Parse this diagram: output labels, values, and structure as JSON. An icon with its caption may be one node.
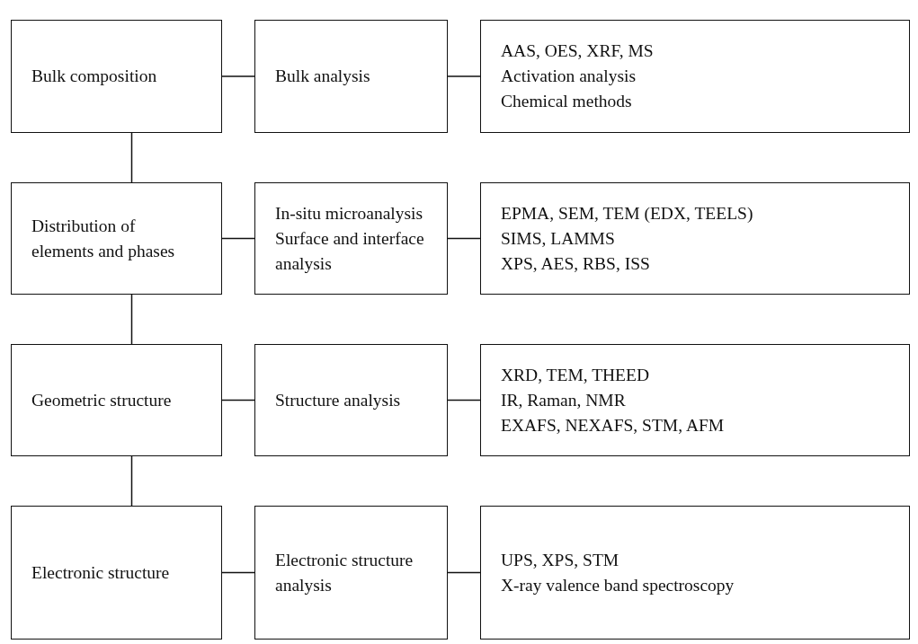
{
  "diagram": {
    "nodes": [
      {
        "text": [
          "Bulk composition"
        ]
      },
      {
        "text": [
          "Bulk analysis"
        ]
      },
      {
        "text": [
          "AAS, OES, XRF, MS",
          "Activation analysis",
          "Chemical methods"
        ]
      },
      {
        "text": [
          "Distribution of elements and phases"
        ]
      },
      {
        "text": [
          "In-situ microanalysis",
          "Surface and interface analysis"
        ]
      },
      {
        "text": [
          "EPMA, SEM, TEM (EDX, TEELS)",
          "SIMS, LAMMS",
          "XPS, AES, RBS, ISS"
        ]
      },
      {
        "text": [
          "Geometric structure"
        ]
      },
      {
        "text": [
          "Structure analysis"
        ]
      },
      {
        "text": [
          "XRD, TEM, THEED",
          "IR, Raman, NMR",
          "EXAFS, NEXAFS, STM, AFM"
        ]
      },
      {
        "text": [
          "Electronic structure"
        ]
      },
      {
        "text": [
          "Electronic structure analysis"
        ]
      },
      {
        "text": [
          "UPS, XPS, STM",
          "X-ray valence band spectroscopy"
        ]
      }
    ],
    "edges": [
      {
        "from": 0,
        "to": 1,
        "arrow": "none"
      },
      {
        "from": 1,
        "to": 2,
        "arrow": "none"
      },
      {
        "from": 0,
        "to": 3,
        "arrow": "none"
      },
      {
        "from": 3,
        "to": 4,
        "arrow": "none"
      },
      {
        "from": 4,
        "to": 5,
        "arrow": "none"
      },
      {
        "from": 3,
        "to": 6,
        "arrow": "none"
      },
      {
        "from": 6,
        "to": 7,
        "arrow": "none"
      },
      {
        "from": 7,
        "to": 8,
        "arrow": "none"
      },
      {
        "from": 6,
        "to": 9,
        "arrow": "none"
      },
      {
        "from": 9,
        "to": 10,
        "arrow": "none"
      },
      {
        "from": 10,
        "to": 11,
        "arrow": "none"
      }
    ]
  }
}
